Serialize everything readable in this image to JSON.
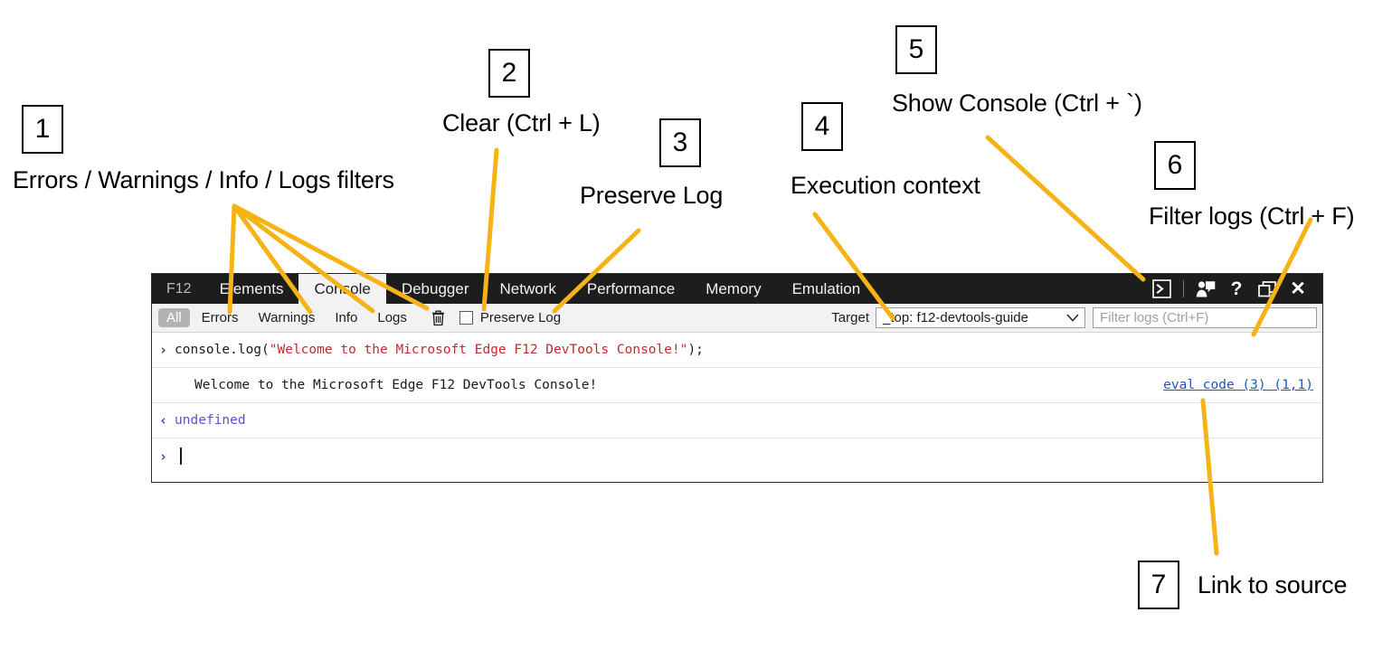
{
  "annotations": [
    {
      "number": "1",
      "text": "Errors / Warnings / Info / Logs filters"
    },
    {
      "number": "2",
      "text": "Clear (Ctrl + L)"
    },
    {
      "number": "3",
      "text": "Preserve Log"
    },
    {
      "number": "4",
      "text": "Execution context"
    },
    {
      "number": "5",
      "text": "Show Console (Ctrl + `)"
    },
    {
      "number": "6",
      "text": "Filter logs (Ctrl + F)"
    },
    {
      "number": "7",
      "text": "Link to source"
    }
  ],
  "devtools": {
    "tabs": [
      {
        "label": "F12",
        "active": false,
        "brand": true
      },
      {
        "label": "Elements",
        "active": false
      },
      {
        "label": "Console",
        "active": true
      },
      {
        "label": "Debugger",
        "active": false
      },
      {
        "label": "Network",
        "active": false
      },
      {
        "label": "Performance",
        "active": false
      },
      {
        "label": "Memory",
        "active": false
      },
      {
        "label": "Emulation",
        "active": false
      }
    ],
    "title_icons": [
      "show-console-icon",
      "feedback-icon",
      "help-icon",
      "dock-icon",
      "close-icon"
    ],
    "toolbar": {
      "filters": [
        {
          "label": "All",
          "selected": true
        },
        {
          "label": "Errors",
          "selected": false
        },
        {
          "label": "Warnings",
          "selected": false
        },
        {
          "label": "Info",
          "selected": false
        },
        {
          "label": "Logs",
          "selected": false
        }
      ],
      "clear_icon": "trash-icon",
      "preserve_log": {
        "label": "Preserve Log",
        "checked": false
      },
      "target_label": "Target",
      "target_value": "_top: f12-devtools-guide",
      "filter_placeholder": "Filter logs (Ctrl+F)",
      "filter_value": ""
    },
    "console": {
      "input_row": {
        "gutter": "›",
        "code_prefix": "console.log(",
        "code_string": "\"Welcome to the Microsoft Edge F12 DevTools Console!\"",
        "code_suffix": ");"
      },
      "output_row": {
        "text": "Welcome to the Microsoft Edge F12 DevTools Console!",
        "source_link": "eval code (3) (1,1)"
      },
      "result_row": {
        "gutter": "‹",
        "value": "undefined"
      },
      "prompt_row": {
        "gutter": "›",
        "value": ""
      }
    }
  },
  "colors": {
    "accent_line": "#F5B316",
    "tabstrip_bg": "#1D1D1D",
    "toolbar_bg": "#F2F2F2",
    "string_red": "#C42B2B",
    "link_blue": "#1B57C4",
    "undefined_purple": "#5B4FD6"
  }
}
